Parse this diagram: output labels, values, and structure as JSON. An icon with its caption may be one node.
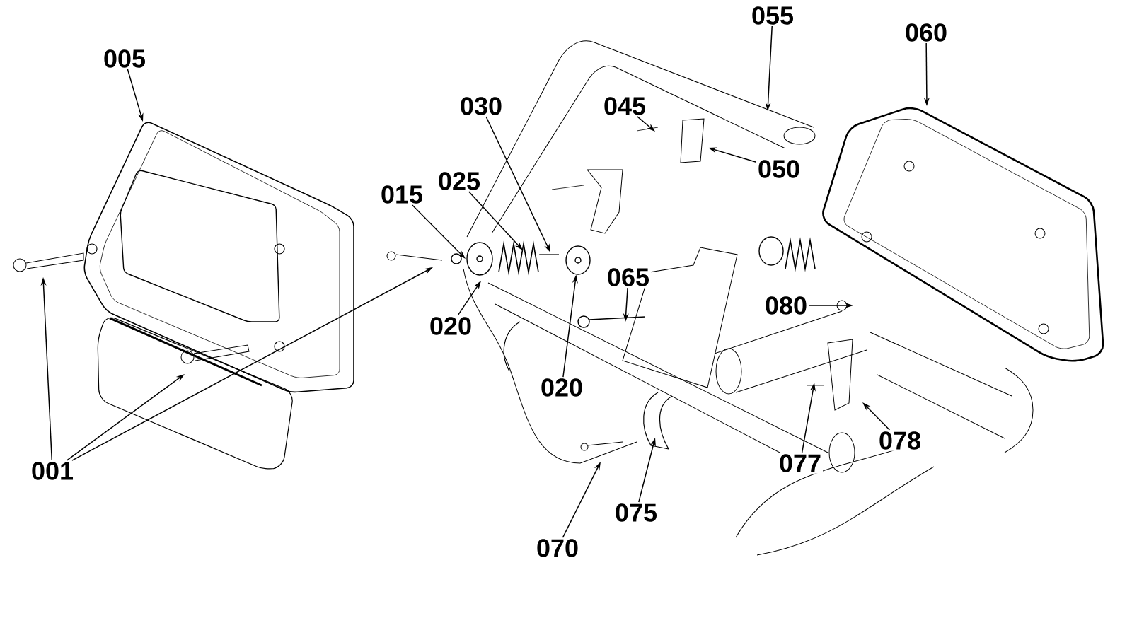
{
  "diagram": {
    "nodes": [
      {
        "text": [
          "055"
        ]
      },
      {
        "text": [
          "060"
        ]
      },
      {
        "text": [
          "005"
        ]
      },
      {
        "text": [
          "030"
        ]
      },
      {
        "text": [
          "045"
        ]
      },
      {
        "text": [
          "050"
        ]
      },
      {
        "text": [
          "025"
        ]
      },
      {
        "text": [
          "015"
        ]
      },
      {
        "text": [
          "065"
        ]
      },
      {
        "text": [
          "080"
        ]
      },
      {
        "text": [
          "020"
        ]
      },
      {
        "text": [
          "020"
        ]
      },
      {
        "text": [
          "078"
        ]
      },
      {
        "text": [
          "077"
        ]
      },
      {
        "text": [
          "001"
        ]
      },
      {
        "text": [
          "075"
        ]
      },
      {
        "text": [
          "070"
        ]
      },
      {
        "text": [],
        "shape": "circle"
      }
    ],
    "edges": [
      {
        "from": 0,
        "to": null,
        "arrow": "to"
      },
      {
        "from": 1,
        "to": null,
        "arrow": "to"
      },
      {
        "from": 2,
        "to": null,
        "arrow": "to"
      },
      {
        "from": 3,
        "to": null,
        "arrow": "to"
      },
      {
        "from": 4,
        "to": null,
        "arrow": "to"
      },
      {
        "from": 5,
        "to": null,
        "arrow": "to"
      },
      {
        "from": 6,
        "to": null,
        "arrow": "to"
      },
      {
        "from": 7,
        "to": null,
        "arrow": "to"
      },
      {
        "from": 8,
        "to": null,
        "arrow": "to"
      },
      {
        "from": 9,
        "to": null,
        "arrow": "to"
      },
      {
        "from": 10,
        "to": null,
        "arrow": "to"
      },
      {
        "from": 11,
        "to": 17,
        "arrow": "to"
      },
      {
        "from": 12,
        "to": null,
        "arrow": "to"
      },
      {
        "from": 13,
        "to": null,
        "arrow": "to"
      },
      {
        "from": 14,
        "to": null,
        "arrow": "to"
      },
      {
        "from": 14,
        "to": null,
        "arrow": "to"
      },
      {
        "from": 14,
        "to": null,
        "arrow": "to"
      },
      {
        "from": 15,
        "to": null,
        "arrow": "to"
      },
      {
        "from": 16,
        "to": null,
        "arrow": "to"
      }
    ]
  }
}
